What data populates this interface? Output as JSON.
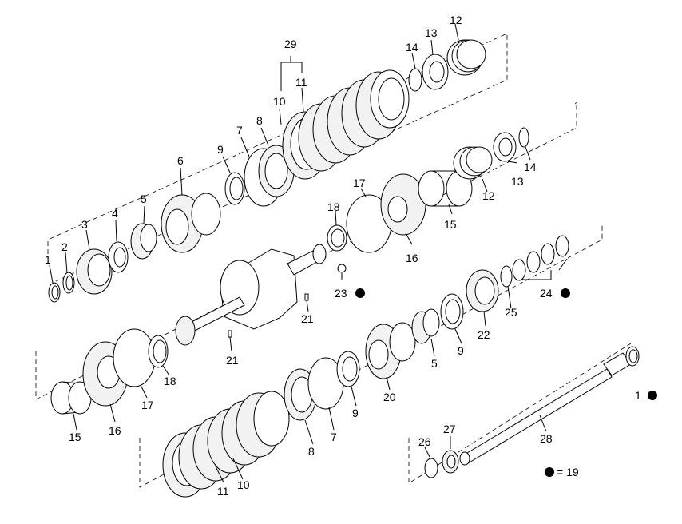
{
  "labels": {
    "p1a": "1",
    "p2": "2",
    "p3": "3",
    "p4": "4",
    "p5a": "5",
    "p6": "6",
    "p7a": "7",
    "p8a": "8",
    "p9a": "9",
    "p10a": "10",
    "p11a": "11",
    "p29": "29",
    "p14a": "14",
    "p13a": "13",
    "p12a": "12",
    "p18a": "18",
    "p17a": "17",
    "p16a": "16",
    "p15a": "15",
    "p12b": "12",
    "p13b": "13",
    "p14b": "14",
    "p23": "23",
    "p21a": "21",
    "p21b": "21",
    "p24": "24",
    "p25": "25",
    "p22": "22",
    "p9b": "9",
    "p5b": "5",
    "p20": "20",
    "p18b": "18",
    "p17b": "17",
    "p16b": "16",
    "p15b": "15",
    "p8b": "8",
    "p7b": "7",
    "p9c": "9",
    "p10b": "10",
    "p11b": "11",
    "p1b": "1",
    "p28": "28",
    "p26": "26",
    "p27": "27"
  },
  "legend": {
    "text": "= 19"
  }
}
